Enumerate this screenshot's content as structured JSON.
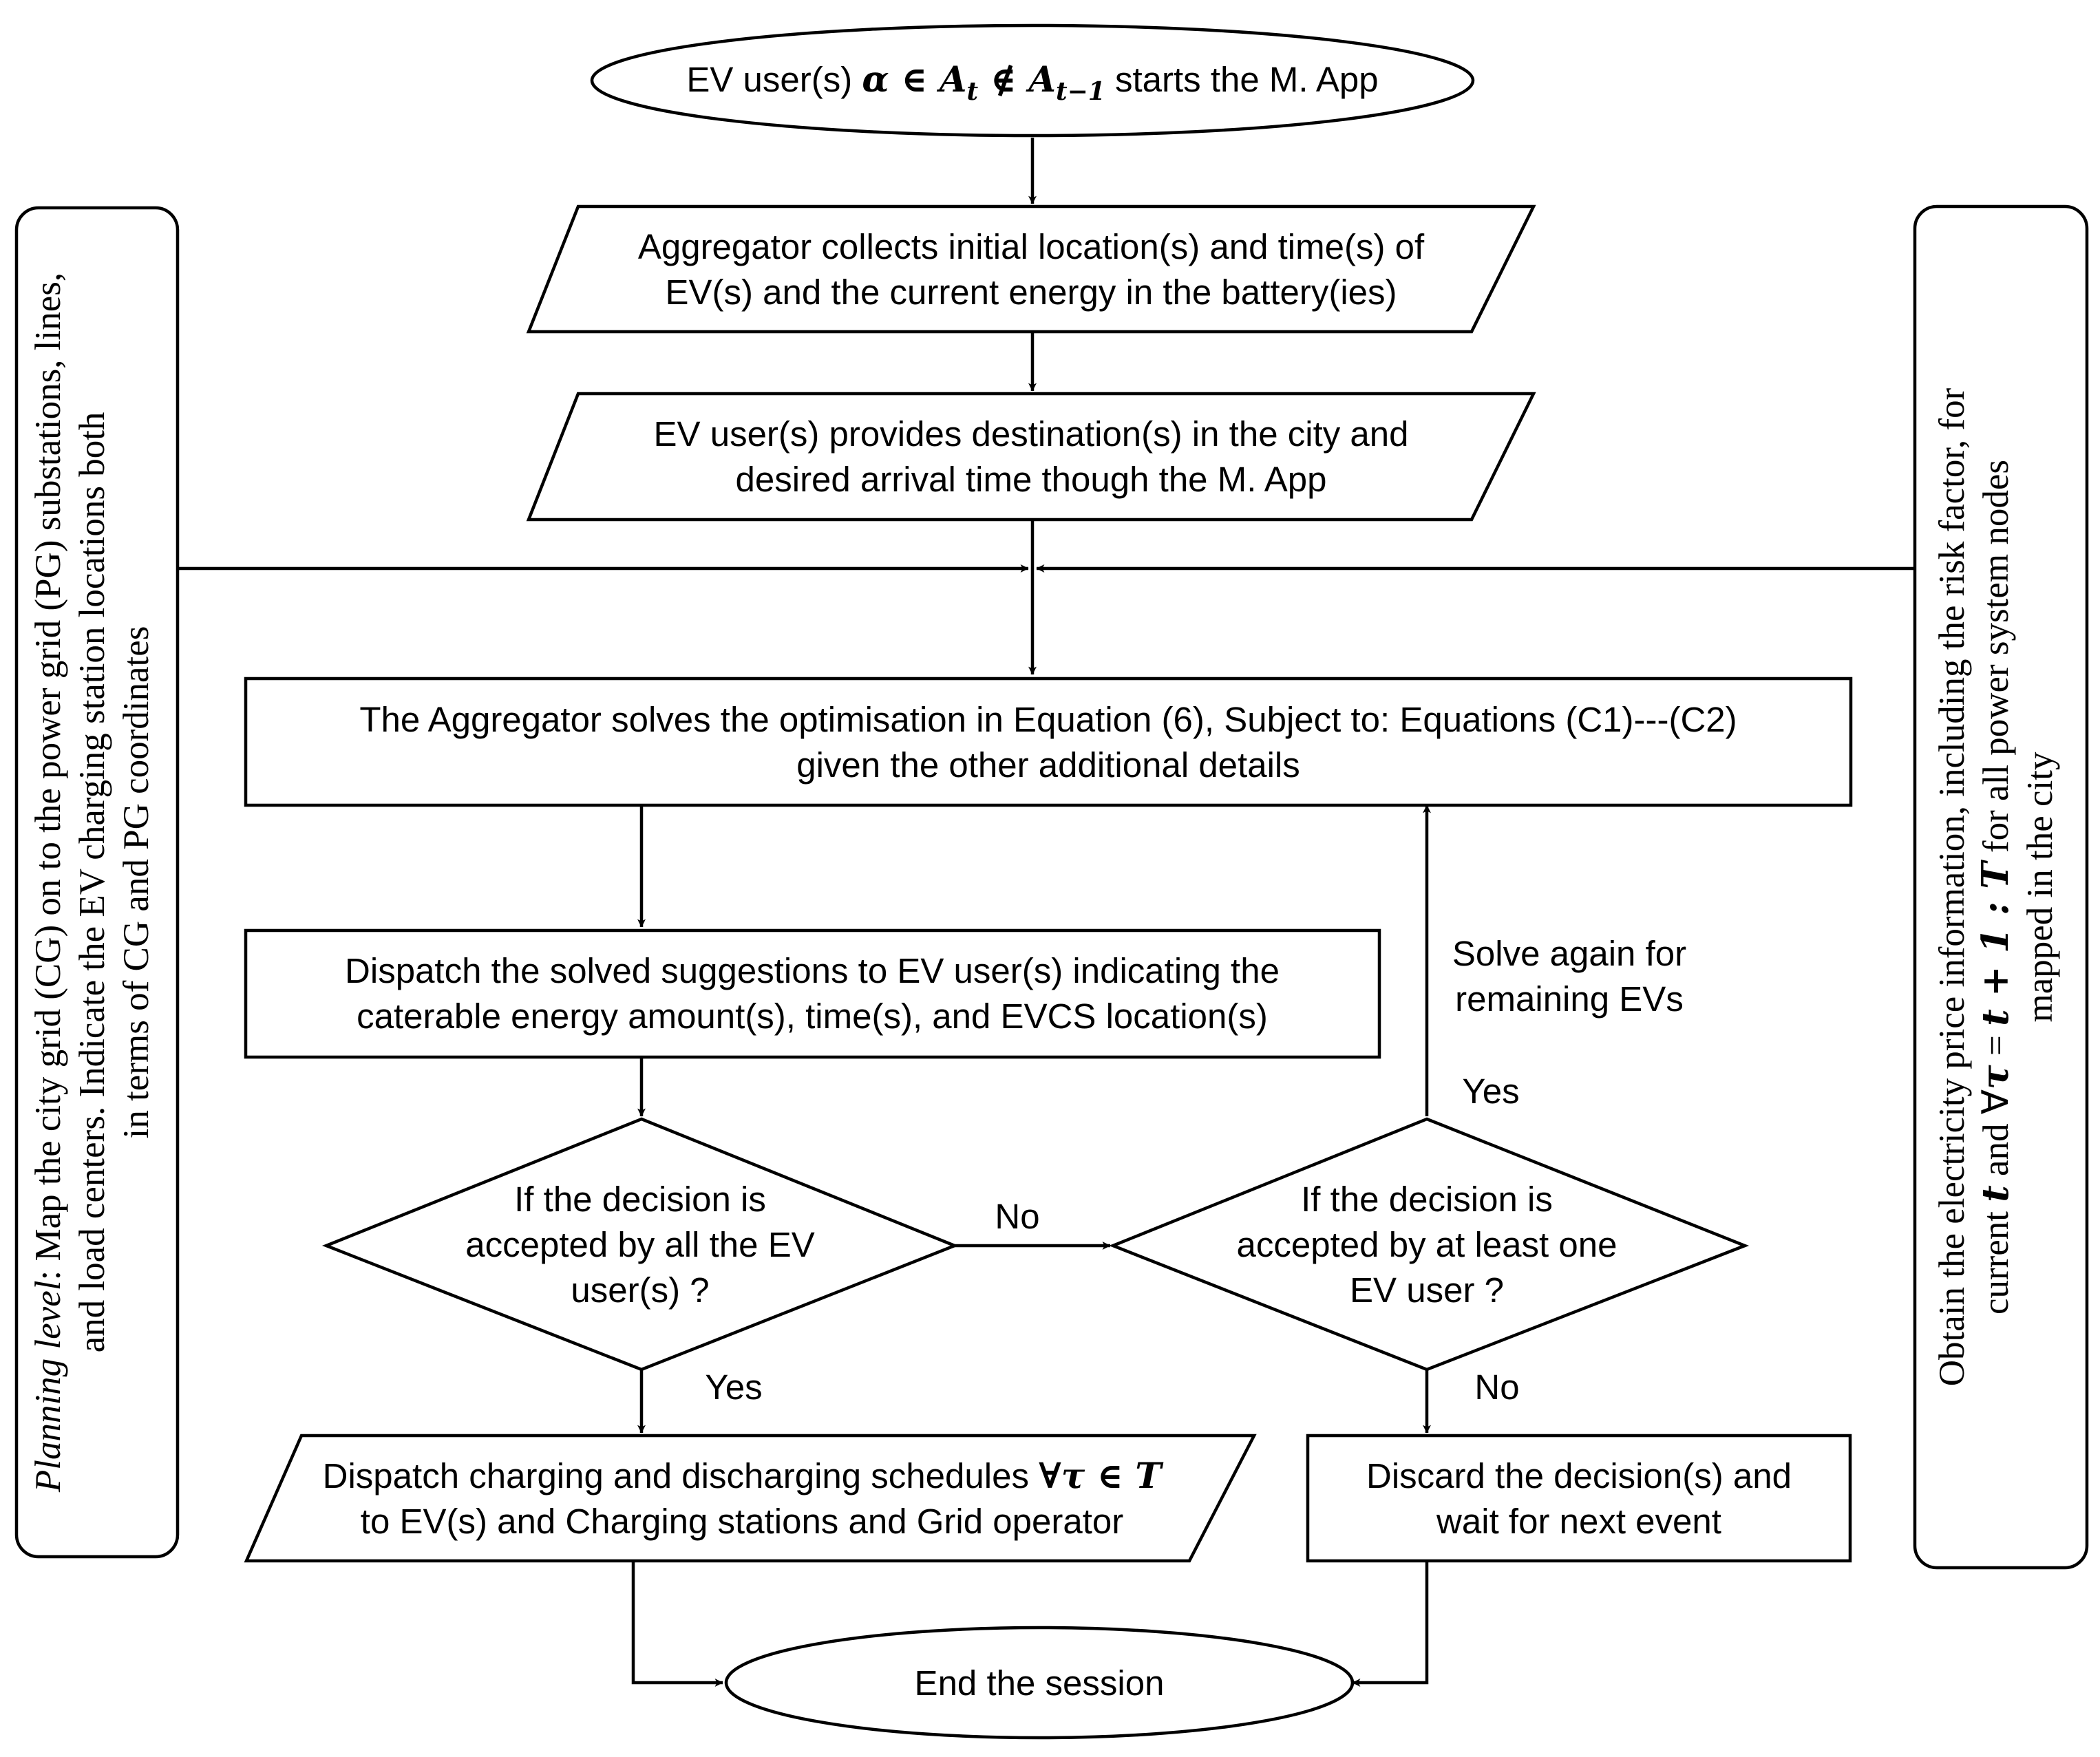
{
  "start": {
    "prefix": "EV user(s) ",
    "math": "α ∈ A",
    "sub1": "t",
    "math2": " ∉ A",
    "sub2": "t−1",
    "suffix": " starts the M. App"
  },
  "collect": {
    "line1": "Aggregator collects initial location(s) and time(s) of",
    "line2": "EV(s) and the current energy in the battery(ies)"
  },
  "destination": {
    "line1": "EV user(s) provides destination(s) in the city and",
    "line2": "desired arrival time though the M. App"
  },
  "optimise": {
    "line1": "The Aggregator solves the optimisation in Equation (6), Subject to: Equations (C1)---(C2)",
    "line2": "given the other additional details"
  },
  "dispatch_suggestions": {
    "line1": "Dispatch the solved suggestions to EV user(s) indicating the",
    "line2": "caterable energy amount(s), time(s), and EVCS location(s)"
  },
  "decision_all": {
    "line1": "If the decision is",
    "line2": "accepted by all the EV",
    "line3": "user(s) ?"
  },
  "decision_one": {
    "line1": "If the decision is",
    "line2": "accepted by at least one",
    "line3": "EV user ?"
  },
  "dispatch_schedules": {
    "line1_text": "Dispatch charging and discharging schedules ",
    "line1_math": "∀τ ∈ T",
    "line2": "to EV(s) and Charging stations and Grid operator"
  },
  "discard": {
    "line1": "Discard the decision(s) and",
    "line2": "wait for next event"
  },
  "end": {
    "label": "End the session"
  },
  "labels": {
    "no_middle": "No",
    "yes_left": "Yes",
    "yes_right": "Yes",
    "no_right": "No",
    "solve_again_1": "Solve again for",
    "solve_again_2": "remaining EVs"
  },
  "planning_panel": {
    "line1_italic": "Planning level",
    "line1_rest": ": Map the city grid (CG) on to the power grid (PG) substations, lines,",
    "line2": "and load centers. Indicate the EV charging station locations both",
    "line3": "in terms of CG and PG coordinates"
  },
  "price_panel": {
    "line1": "Obtain the electricity price information, including the risk factor, for",
    "line2_a": "current ",
    "line2_t": "t",
    "line2_b": " and ∀",
    "line2_tau": "τ",
    "line2_c": " = ",
    "line2_range": "t + 1 : T",
    "line2_d": " for all power system nodes",
    "line3": "mapped in the city"
  }
}
